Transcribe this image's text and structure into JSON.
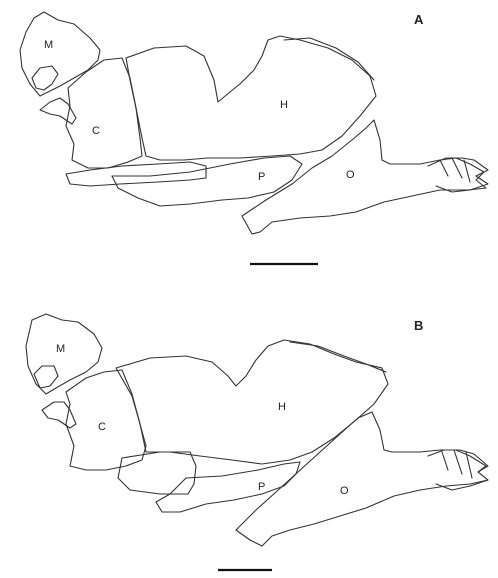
{
  "panels": [
    {
      "letter": "A",
      "labels": {
        "M": "M",
        "C": "C",
        "H": "H",
        "P": "P",
        "O": "O"
      }
    },
    {
      "letter": "B",
      "labels": {
        "M": "M",
        "C": "C",
        "H": "H",
        "P": "P",
        "O": "O"
      }
    }
  ]
}
